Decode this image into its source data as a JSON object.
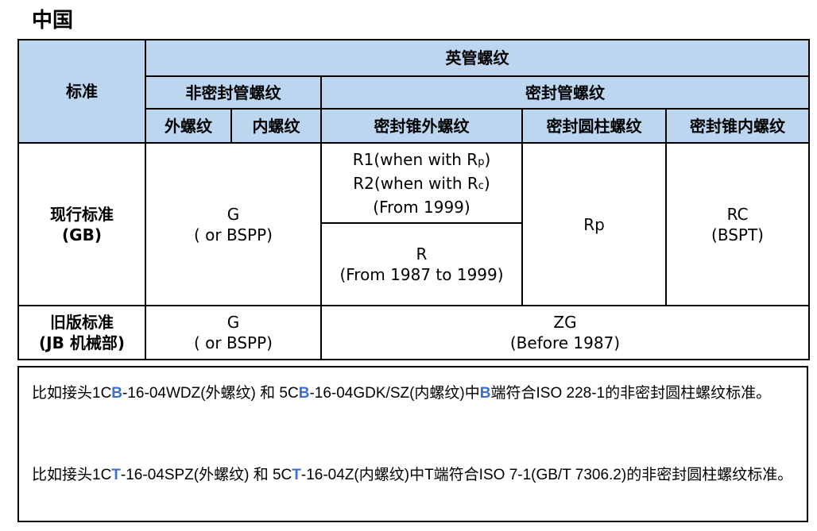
{
  "title": "中国",
  "table": {
    "header": {
      "standard": "标准",
      "bsp": "英管螺纹",
      "non_sealing": "非密封管螺纹",
      "sealing": "密封管螺纹",
      "male": "外螺纹",
      "female": "内螺纹",
      "sealing_taper_male": "密封锥外螺纹",
      "sealing_parallel": "密封圆柱螺纹",
      "sealing_taper_female": "密封锥内螺纹"
    },
    "current": {
      "label_line1": "现行标准",
      "label_line2": "(GB)",
      "non_sealing_line1": "G",
      "non_sealing_line2": "( or BSPP)",
      "taper_male_a_line1_prefix": "R1(when with R",
      "taper_male_a_line1_sub": "p",
      "taper_male_a_line1_suffix": ")",
      "taper_male_a_line2_prefix": "R2(when with R",
      "taper_male_a_line2_sub": "c",
      "taper_male_a_line2_suffix": ")",
      "taper_male_a_line3": "(From 1999)",
      "taper_male_b_line1": "R",
      "taper_male_b_line2": "(From 1987 to 1999)",
      "parallel": "Rp",
      "taper_female_line1": "RC",
      "taper_female_line2": "(BSPT)"
    },
    "old": {
      "label_line1": "旧版标准",
      "label_line2": "(JB 机械部)",
      "non_sealing_line1": "G",
      "non_sealing_line2": "( or BSPP)",
      "sealing_line1": "ZG",
      "sealing_line2": "(Before 1987)"
    }
  },
  "notes": {
    "note1": {
      "p1": "比如接头1C",
      "h1": "B",
      "p2": "-16-04WDZ(外螺纹) 和 5C",
      "h2": "B",
      "p3": "-16-04GDK/SZ(内螺纹)中",
      "h3": "B",
      "p4": "端符合ISO 228-1的非密封圆柱螺纹标准。"
    },
    "note2": {
      "p1": "比如接头1C",
      "h1": "T",
      "p2": "-16-04SPZ(外螺纹) 和 5C",
      "h2": "T",
      "p3": "-16-04Z(内螺纹)中T端符合ISO 7-1(GB/T 7306.2)的非密封圆柱螺纹标准。"
    }
  },
  "colors": {
    "header_bg": "#bcd6f0",
    "highlight": "#3a6fd0"
  }
}
